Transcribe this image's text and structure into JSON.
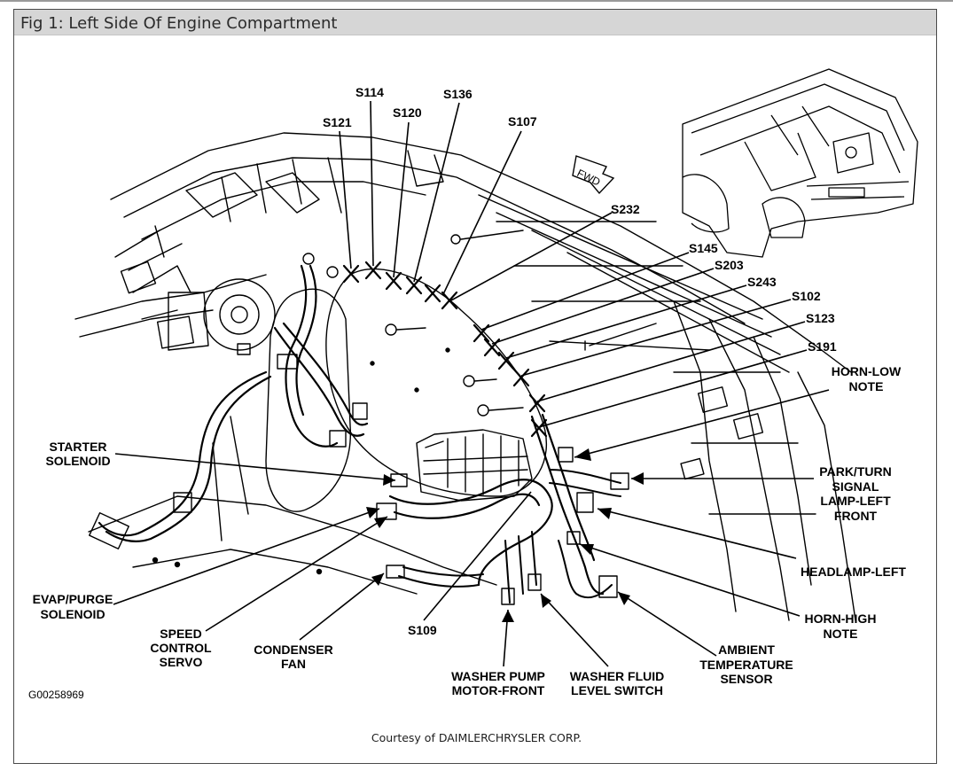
{
  "title": "Fig 1: Left Side Of Engine Compartment",
  "figure_code": "G00258969",
  "courtesy": "Courtesy of DAIMLERCHRYSLER CORP.",
  "fwd_marker": "FWD",
  "labels": {
    "s114": "S114",
    "s136": "S136",
    "s120": "S120",
    "s121": "S121",
    "s107": "S107",
    "s232": "S232",
    "s145": "S145",
    "s203": "S203",
    "s243": "S243",
    "s102": "S102",
    "s123": "S123",
    "s191": "S191",
    "s109": "S109",
    "horn_low": [
      "HORN-LOW",
      "NOTE"
    ],
    "park_turn": [
      "PARK/TURN",
      "SIGNAL",
      "LAMP-LEFT",
      "FRONT"
    ],
    "headlamp_left": "HEADLAMP-LEFT",
    "horn_high": [
      "HORN-HIGH",
      "NOTE"
    ],
    "ambient": [
      "AMBIENT",
      "TEMPERATURE",
      "SENSOR"
    ],
    "washer_fluid": [
      "WASHER FLUID",
      "LEVEL SWITCH"
    ],
    "washer_pump": [
      "WASHER PUMP",
      "MOTOR-FRONT"
    ],
    "condenser": [
      "CONDENSER",
      "FAN"
    ],
    "speed_control": [
      "SPEED",
      "CONTROL",
      "SERVO"
    ],
    "evap": [
      "EVAP/PURGE",
      "SOLENOID"
    ],
    "starter": [
      "STARTER",
      "SOLENOID"
    ]
  }
}
